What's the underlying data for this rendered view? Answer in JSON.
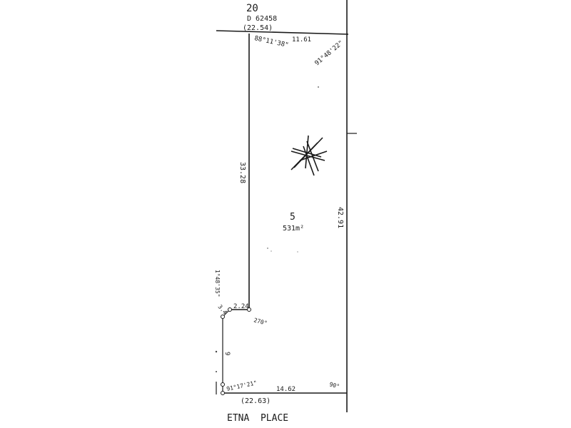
{
  "plan": {
    "header_number": "20",
    "header_ref": "D 62458",
    "top_dim": "(22.54)",
    "lot_number": "5",
    "area": "531m²",
    "street": "ETNA  PLACE",
    "dims": {
      "top_width": "11.61",
      "left_side": "33.28",
      "right_side": "42.91",
      "bottom_width": "14.62",
      "bottom_total": "(22.63)",
      "step_width": "2.24",
      "small_a": "3.4",
      "small_b": "9"
    },
    "bearings": {
      "top_left": "88°11'38\"",
      "top_right": "91°48'22\"",
      "step": "270°",
      "bottom_right": "90°",
      "bottom_left": "91°17'21\"",
      "left_edge": "1°48'35\""
    }
  }
}
